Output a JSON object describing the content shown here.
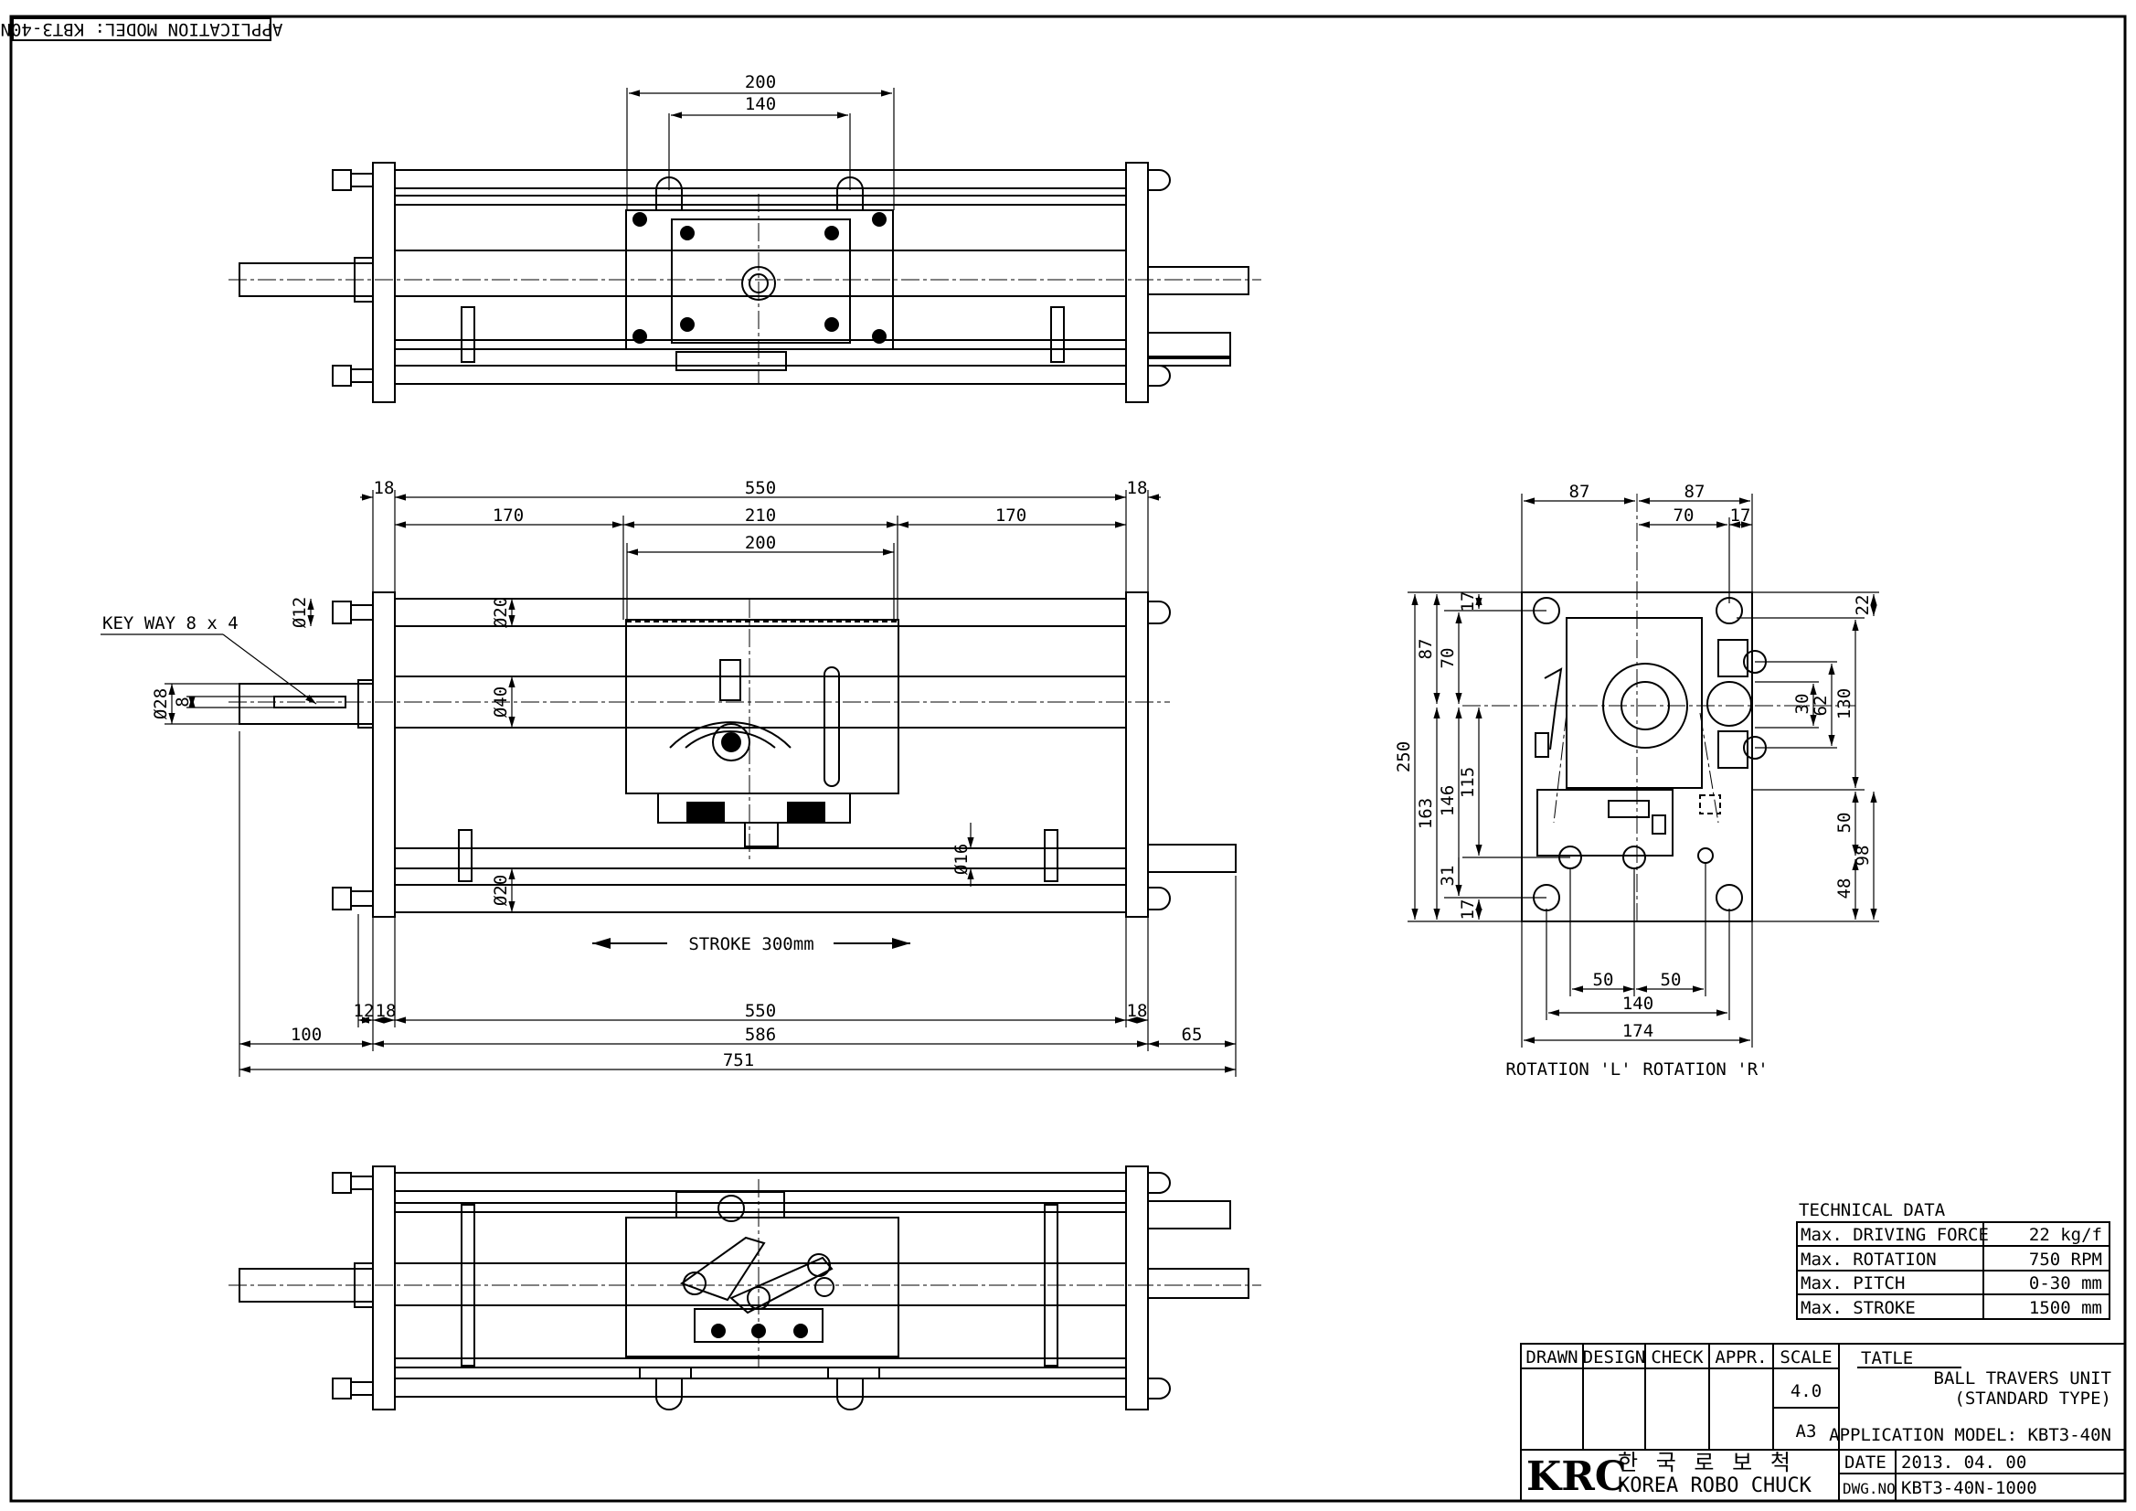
{
  "top_banner": {
    "text": "APPLICATION MODEL: KBT3-40N"
  },
  "top_view": {
    "dims": [
      "200",
      "140"
    ]
  },
  "front_view": {
    "dims": {
      "top_18_left": "18",
      "top_550": "550",
      "top_18_right": "18",
      "top_170_left": "170",
      "top_210": "210",
      "top_170_right": "170",
      "top_200": "200",
      "phi12": "Ø12",
      "phi20_top": "Ø20",
      "phi40": "Ø40",
      "phi28": "Ø28",
      "eight": "8",
      "phi16": "Ø16",
      "phi20_bottom": "Ø20",
      "bot_12": "12",
      "bot_18_left": "18",
      "bot_550": "550",
      "bot_18_right": "18",
      "bot_100": "100",
      "bot_586": "586",
      "bot_65": "65",
      "bot_751": "751"
    },
    "keyway": "KEY WAY 8 x 4",
    "stroke": "STROKE 300mm"
  },
  "side_view": {
    "dims": {
      "top_87_left": "87",
      "top_87_right": "87",
      "top_70": "70",
      "top_17": "17",
      "left_17_top": "17",
      "left_70": "70",
      "left_87": "87",
      "left_250": "250",
      "left_163": "163",
      "left_146": "146",
      "left_115": "115",
      "left_31": "31",
      "left_17_bot": "17",
      "right_22": "22",
      "right_130": "130",
      "right_62": "62",
      "right_30": "30",
      "right_50": "50",
      "right_98": "98",
      "right_48": "48",
      "bot_50_left": "50",
      "bot_50_right": "50",
      "bot_140": "140",
      "bot_174": "174"
    },
    "rotation_l": "ROTATION 'L'",
    "rotation_r": "ROTATION 'R'"
  },
  "technical_data": {
    "title": "TECHNICAL DATA",
    "rows": [
      {
        "label": "Max. DRIVING FORCE",
        "value": "22 kg/f"
      },
      {
        "label": "Max. ROTATION",
        "value": "750 RPM"
      },
      {
        "label": "Max. PITCH",
        "value": "0-30 mm"
      },
      {
        "label": "Max. STROKE",
        "value": "1500 mm"
      }
    ]
  },
  "title_block": {
    "headers": [
      "DRAWN",
      "DESIGN",
      "CHECK",
      "APPR.",
      "SCALE"
    ],
    "scale": "4.0",
    "paper": "A3",
    "tatle_label": "TATLE",
    "title_line1": "BALL TRAVERS UNIT",
    "title_line2": "(STANDARD TYPE)",
    "application": "APPLICATION MODEL: KBT3-40N",
    "logo": "KRC",
    "korean": "한 국 로 보 척",
    "company": "KOREA ROBO CHUCK",
    "date_label": "DATE",
    "date_value": "2013. 04. 00",
    "dwg_label": "DWG.NO",
    "dwg_value": "KBT3-40N-1000"
  }
}
